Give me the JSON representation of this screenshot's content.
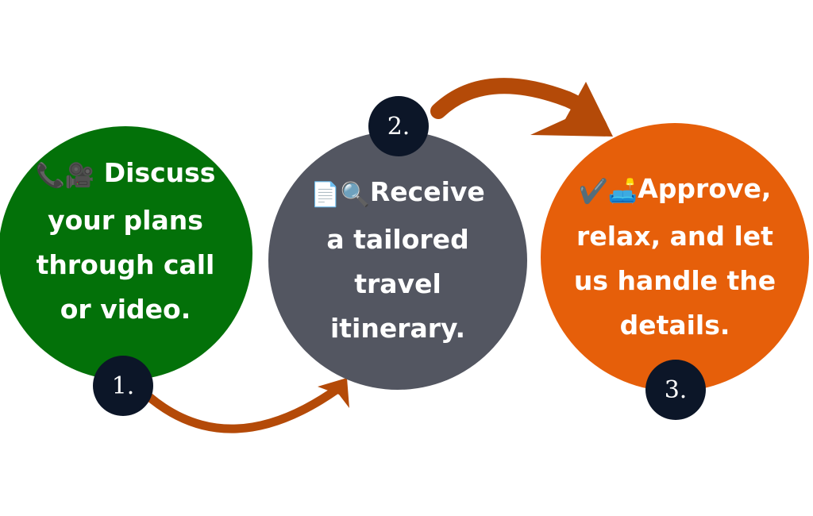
{
  "steps": [
    {
      "icons": "📞🎥",
      "lines": [
        "Discuss",
        "your plans",
        "through call",
        "or video."
      ],
      "number": "1.",
      "color": "#037109"
    },
    {
      "icons": "📄🔍",
      "lines": [
        "Receive",
        "a tailored",
        "travel",
        "itinerary."
      ],
      "number": "2.",
      "color": "#535661"
    },
    {
      "icons": "✔️🛋️",
      "lines": [
        "Approve,",
        "relax, and let",
        "us handle the",
        "details."
      ],
      "number": "3.",
      "color": "#e65f0a"
    }
  ],
  "colors": {
    "arrow": "#b44a08",
    "badge": "#0c1628"
  }
}
